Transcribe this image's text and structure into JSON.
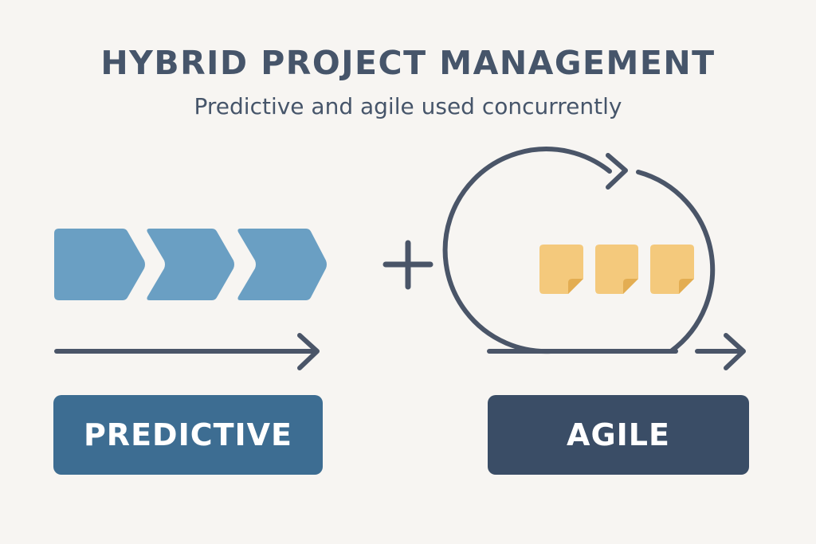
{
  "header": {
    "title": "HYBRID PROJECT MANAGEMENT",
    "subtitle": "Predictive and agile used concurrently"
  },
  "predictive": {
    "label": "PREDICTIVE",
    "phase_count": 3,
    "color_phase": "#6a9fc3",
    "color_label_box": "#3d6d92"
  },
  "agile": {
    "label": "AGILE",
    "card_count": 3,
    "color_card": "#f4c97c",
    "color_card_fold": "#e3ad52",
    "color_label_box": "#3a4d66"
  },
  "operator": {
    "icon": "plus-icon"
  },
  "colors": {
    "background": "#f7f5f2",
    "ink": "#46556a"
  }
}
